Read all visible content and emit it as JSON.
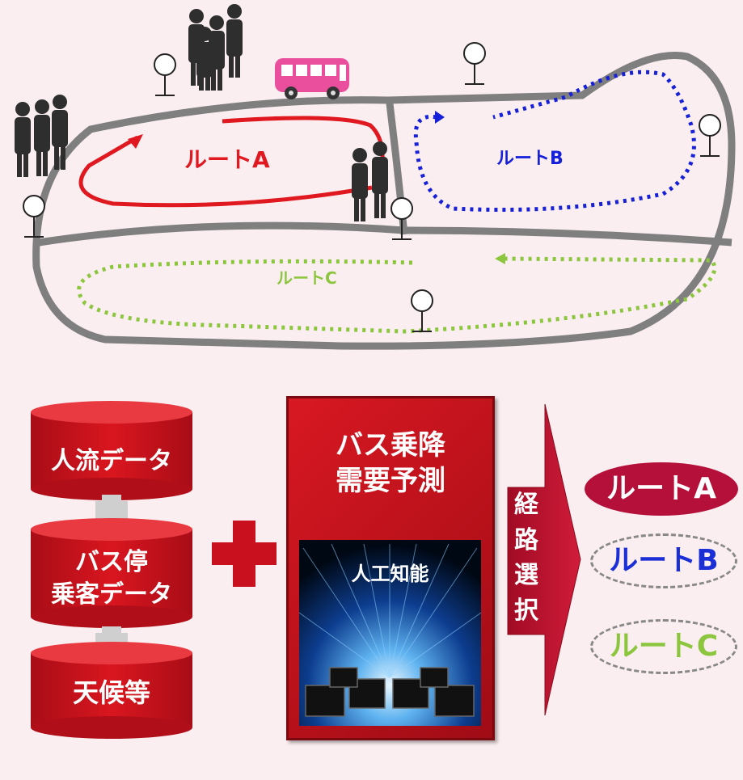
{
  "map": {
    "route_a_label": "ルートA",
    "route_b_label": "ルートB",
    "route_c_label": "ルートC"
  },
  "inputs": {
    "data1": "人流データ",
    "data2_line1": "バス停",
    "data2_line2": "乗客データ",
    "data3": "天候等"
  },
  "prediction": {
    "title_line1": "バス乗降",
    "title_line2": "需要予測",
    "ai_label": "人工知能"
  },
  "arrow": {
    "label": [
      "経",
      "路",
      "選",
      "択"
    ]
  },
  "results": {
    "route_a": "ルートA",
    "route_b": "ルートB",
    "route_c": "ルートC"
  },
  "colors": {
    "route_a": "#e0181f",
    "route_b": "#1520d8",
    "route_c": "#8cc63f",
    "road": "#7f7f7f",
    "box_red": "#c8101e",
    "selected_fill": "#b5103a"
  }
}
